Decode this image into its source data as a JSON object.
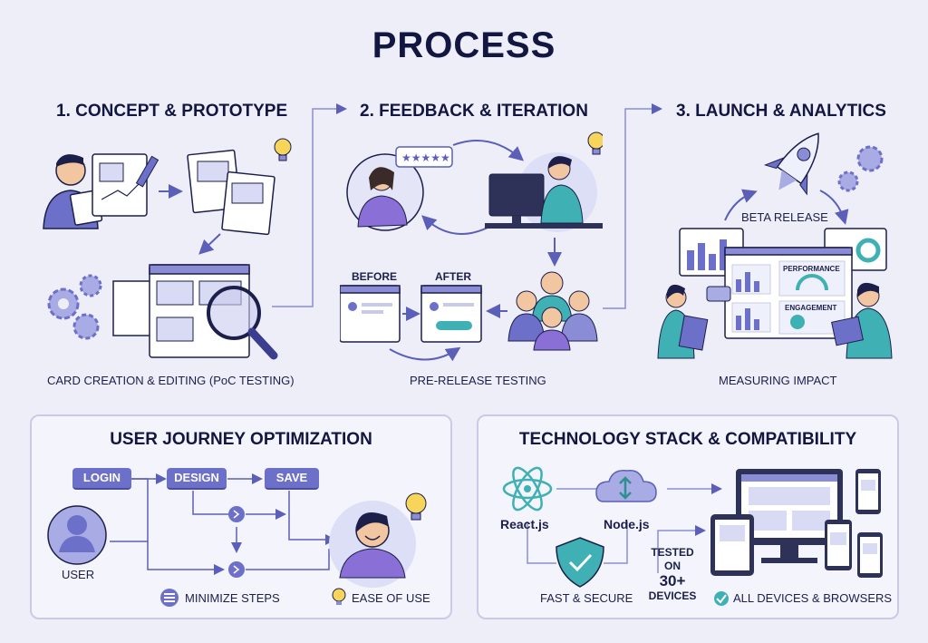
{
  "title": "PROCESS",
  "steps": [
    {
      "title": "1. CONCEPT & PROTOTYPE",
      "caption": "CARD CREATION & EDITING (PoC TESTING)"
    },
    {
      "title": "2. FEEDBACK & ITERATION",
      "caption": "PRE-RELEASE TESTING",
      "before": "BEFORE",
      "after": "AFTER"
    },
    {
      "title": "3. LAUNCH & ANALYTICS",
      "caption": "MEASURING IMPACT",
      "beta": "BETA RELEASE",
      "performance": "PERFORMANCE",
      "engagement": "ENGAGEMENT"
    }
  ],
  "journey": {
    "title": "USER JOURNEY OPTIMIZATION",
    "login": "LOGIN",
    "design": "DESIGN",
    "save": "SAVE",
    "user": "USER",
    "minimize": "MINIMIZE STEPS",
    "ease": "EASE OF USE"
  },
  "tech": {
    "title": "TECHNOLOGY STACK & COMPATIBILITY",
    "react": "React.js",
    "node": "Node.js",
    "secure": "FAST & SECURE",
    "tested_1": "TESTED",
    "tested_2": "ON",
    "tested_3": "30+",
    "tested_4": "DEVICES",
    "all_devices": "ALL DEVICES & BROWSERS"
  },
  "colors": {
    "accent": "#6d70c9",
    "navy": "#121640",
    "teal": "#3fb1b4",
    "background": "#eeeef9"
  }
}
